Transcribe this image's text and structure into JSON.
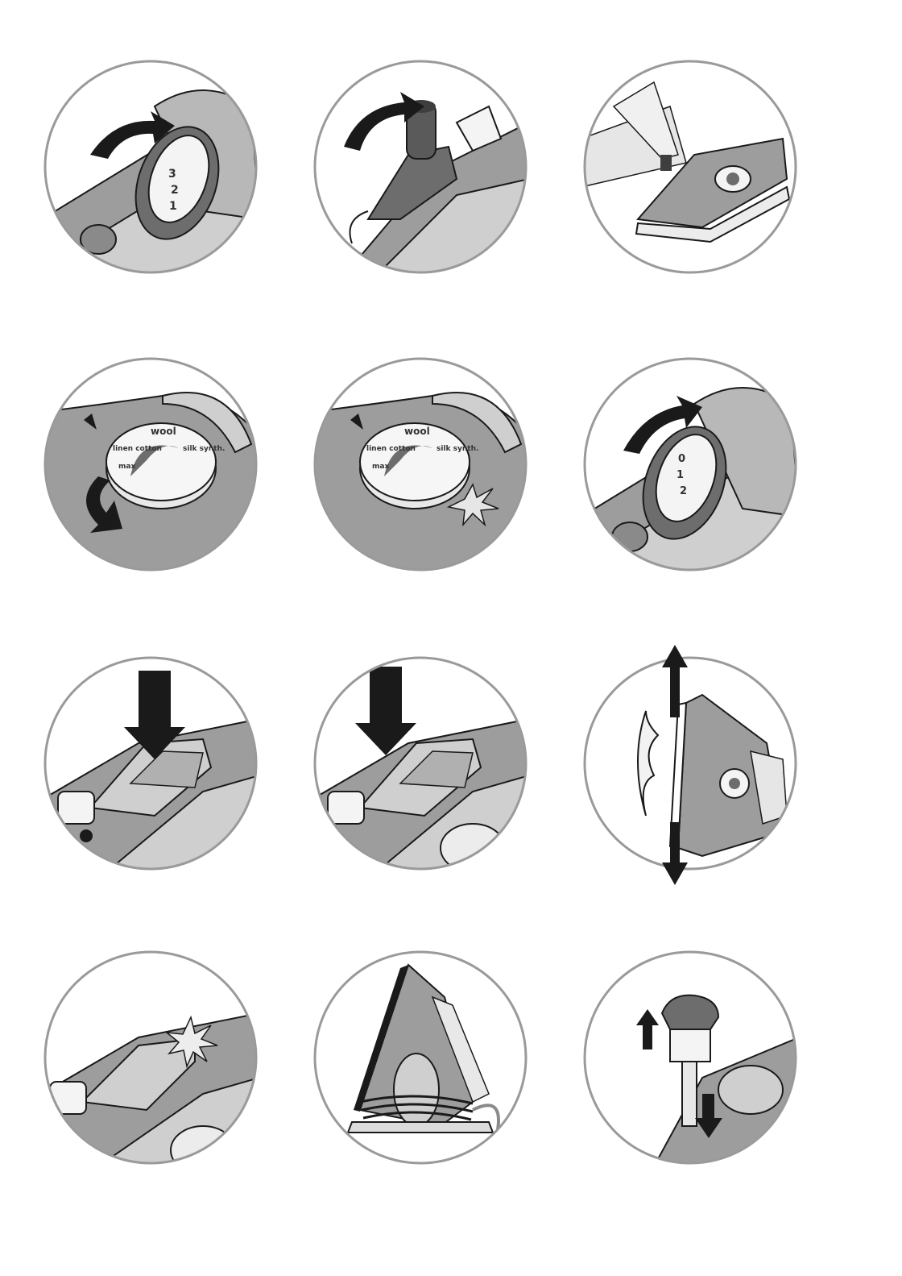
{
  "dial_labels": {
    "wool": "wool",
    "linen_cotton": "linen cotton",
    "silk_synth": "silk synth.",
    "max": "max"
  },
  "steam_numbers": {
    "zero": "0",
    "one": "1",
    "two": "2",
    "three": "3"
  },
  "colors": {
    "circle_border": "#9a9a9a",
    "body_gray": "#9d9d9d",
    "dark_gray": "#6d6d6d",
    "light_gray": "#cfcfcf",
    "outline": "#1a1a1a"
  },
  "icons": [
    "steam-dial-turn-left-icon",
    "water-cap-open-icon",
    "fill-water-icon",
    "temperature-dial-turn-icon",
    "temperature-light-icon",
    "steam-dial-turn-right-icon",
    "press-spray-button-icon",
    "press-shot-button-icon",
    "vertical-steam-icon",
    "indicator-light-icon",
    "cord-storage-icon",
    "anti-calc-remove-icon"
  ]
}
